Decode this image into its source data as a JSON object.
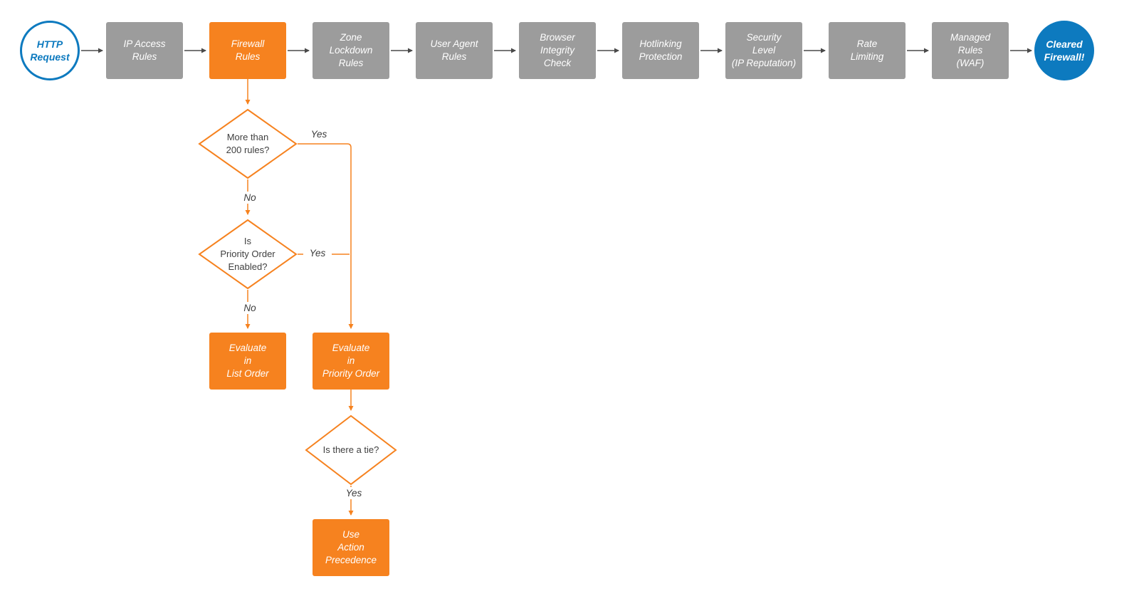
{
  "colors": {
    "orange": "#F6821F",
    "gray": "#9C9C9C",
    "blue": "#0D7ABF",
    "arrow_gray": "#4A4A4A",
    "white": "#FFFFFF"
  },
  "pipeline": {
    "start": {
      "label": "HTTP\nRequest"
    },
    "steps": [
      {
        "label": "IP Access\nRules"
      },
      {
        "label": "Firewall\nRules"
      },
      {
        "label": "Zone\nLockdown\nRules"
      },
      {
        "label": "User Agent\nRules"
      },
      {
        "label": "Browser\nIntegrity\nCheck"
      },
      {
        "label": "Hotlinking\nProtection"
      },
      {
        "label": "Security\nLevel\n(IP Reputation)"
      },
      {
        "label": "Rate\nLimiting"
      },
      {
        "label": "Managed\nRules\n(WAF)"
      }
    ],
    "end": {
      "label": "Cleared\nFirewall!"
    }
  },
  "branch": {
    "d1": {
      "label": "More than\n200 rules?"
    },
    "d2": {
      "label": "Is\nPriority Order\nEnabled?"
    },
    "d3": {
      "label": "Is there a tie?"
    },
    "list_order": {
      "label": "Evaluate\nin\nList Order"
    },
    "priority_order": {
      "label": "Evaluate\nin\nPriority Order"
    },
    "action_precedence": {
      "label": "Use\nAction\nPrecedence"
    },
    "edge_labels": {
      "d1_yes": "Yes",
      "d1_no": "No",
      "d2_yes": "Yes",
      "d2_no": "No",
      "d3_yes": "Yes"
    }
  }
}
